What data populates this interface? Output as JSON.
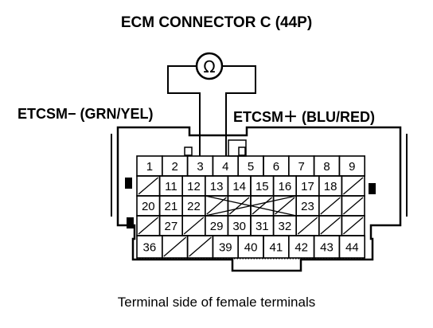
{
  "title": "ECM CONNECTOR C (44P)",
  "probe_minus_label": "ETCSM− (GRN/YEL)",
  "probe_plus_label": "ETCSM＋ (BLU/RED)",
  "meter_symbol": "Ω",
  "caption": "Terminal side of female terminals",
  "connector": {
    "rows": [
      [
        "1",
        "2",
        "3",
        "4",
        "5",
        "6",
        "7",
        "8",
        "9"
      ],
      [
        "",
        "11",
        "12",
        "13",
        "14",
        "15",
        "16",
        "17",
        "18",
        ""
      ],
      [
        "20",
        "21",
        "22",
        "",
        "",
        "",
        "",
        "23",
        "",
        ""
      ],
      [
        "",
        "27",
        "",
        "29",
        "30",
        "31",
        "32",
        "",
        "",
        ""
      ],
      [
        "36",
        "",
        "",
        "39",
        "40",
        "41",
        "42",
        "43",
        "44"
      ]
    ]
  }
}
